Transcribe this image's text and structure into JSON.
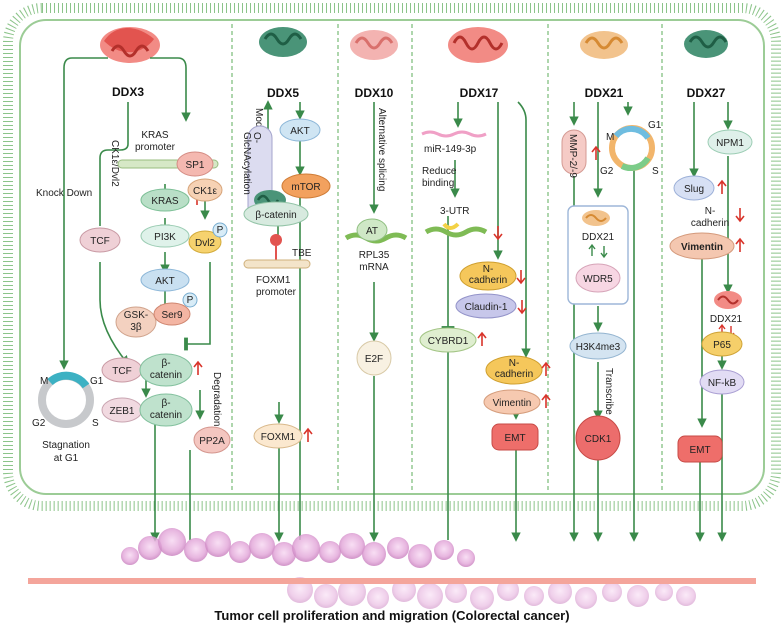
{
  "footer": {
    "caption": "Tumor cell proliferation and migration (Colorectal cancer)"
  },
  "columns": {
    "ddx3": {
      "title": "DDX3",
      "knock_down": "Knock Down",
      "ck_dvl": "CK1ε/Dvl2",
      "kras_promoter": "KRAS\npromoter",
      "sp1": "SP1",
      "kras": "KRAS",
      "ck1e": "CK1ε",
      "pi3k": "PI3K",
      "tcf_top": "TCF",
      "dvl2": "Dvl2",
      "p1": "P",
      "akt": "AKT",
      "gsk": "GSK-\n3β",
      "ser9": "Ser9",
      "p2": "P",
      "tcf_bottom": "TCF",
      "bcat1": "β-\ncatenin",
      "degradation": "Degradation",
      "zeb1": "ZEB1",
      "bcat2": "β-\ncatenin",
      "pp2a": "PP2A",
      "cycle_m": "M",
      "cycle_g1": "G1",
      "cycle_g2": "G2",
      "cycle_s": "S",
      "stagnation": "Stagnation\nat G1"
    },
    "ddx5": {
      "title": "DDX5",
      "modification": "Modification",
      "o_glc": "O-\nGlcNAcylation",
      "akt": "AKT",
      "mtor": "mTOR",
      "bcatenin": "β-catenin",
      "tbe": "TBE",
      "foxm1_promoter": "FOXM1\npromoter",
      "foxm1": "FOXM1"
    },
    "ddx10": {
      "title": "DDX10",
      "alt_splicing": "Alternative splicing",
      "at": "AT",
      "rpl35": "RPL35\nmRNA",
      "e2f": "E2F"
    },
    "ddx17": {
      "title": "DDX17",
      "mir": "miR-149-3p",
      "reduce": "Reduce\nbinding",
      "utr": "3-UTR",
      "ncad1": "N-\ncadherin",
      "claudin": "Claudin-1",
      "cybrd1": "CYBRD1",
      "ncad2": "N-\ncadherin",
      "vimentin": "Vimentin",
      "emt": "EMT"
    },
    "ddx21": {
      "title": "DDX21",
      "mmp": "MMP-2/-9",
      "cycle_m": "M",
      "cycle_g1": "G1",
      "cycle_g2": "G2",
      "cycle_s": "S",
      "ddx21_inner": "DDX21",
      "wdr5": "WDR5",
      "h3k4": "H3K4me3",
      "transcribe": "Transcribe",
      "cdk1": "CDK1"
    },
    "ddx27": {
      "title": "DDX27",
      "npm1": "NPM1",
      "slug": "Slug",
      "ncad": "N-\ncadherin",
      "vimentin": "Vimentin",
      "ddx21": "DDX21",
      "p65": "P65",
      "nfkb": "NF-kB",
      "emt": "EMT"
    }
  },
  "colors": {
    "membrane": "#7fb77a",
    "arrow": "#3a8a4a",
    "up_arrow": "#d9342b",
    "protein_red": "#e2544f",
    "protein_green": "#2e7d5e",
    "protein_pink": "#f0a3a3",
    "protein_orange": "#e8a45c"
  },
  "icons": {
    "protein_structure": "protein-ribbon-icon",
    "cell_cycle": "cell-cycle-icon",
    "phosphate": "phosphate-icon",
    "up_arrow": "up-arrow-icon",
    "down_arrow": "down-arrow-icon",
    "tumor_cells": "tumor-cell-cluster-icon"
  }
}
